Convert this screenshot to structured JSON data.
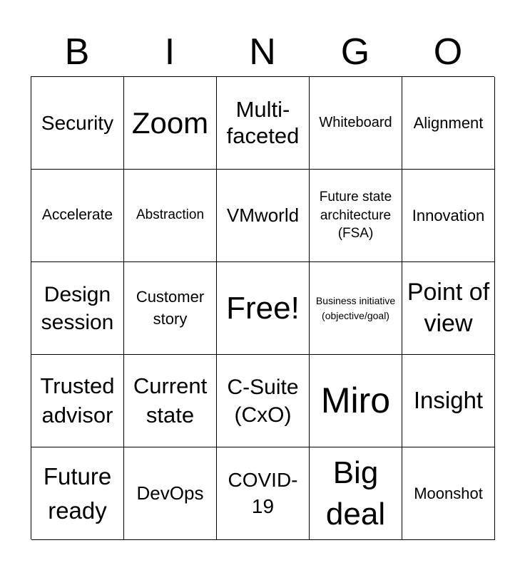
{
  "title_letters": [
    "B",
    "I",
    "N",
    "G",
    "O"
  ],
  "cells": [
    "Security",
    "Zoom",
    "Multi-faceted",
    "Whiteboard",
    "Alignment",
    "Accelerate",
    "Abstraction",
    "VMworld",
    "Future state architecture (FSA)",
    "Innovation",
    "Design session",
    "Customer story",
    "Free!",
    "Business initiative (objective/goal)",
    "Point of view",
    "Trusted advisor",
    "Current state",
    "C-Suite (CxO)",
    "Miro",
    "Insight",
    "Future ready",
    "DevOps",
    "COVID-19",
    "Big deal",
    "Moonshot"
  ]
}
